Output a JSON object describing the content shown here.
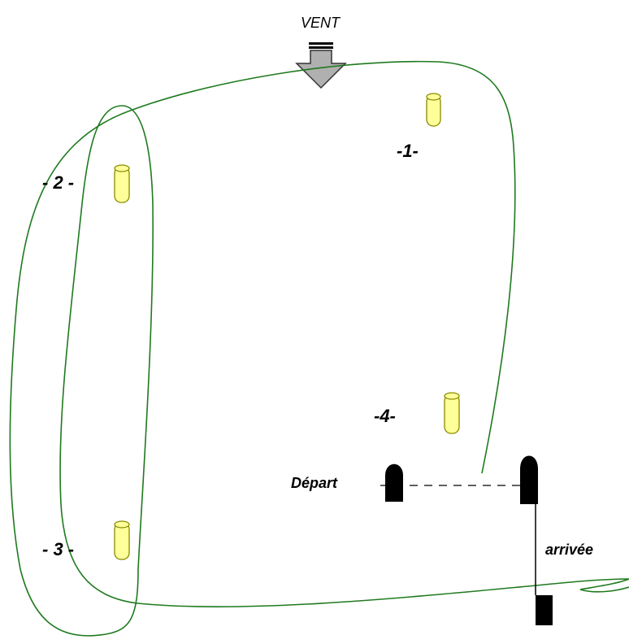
{
  "wind": {
    "label": "VENT"
  },
  "buoys": [
    {
      "id": "1",
      "label": "-1-",
      "color": "#ffff99"
    },
    {
      "id": "2",
      "label": "- 2 -",
      "color": "#ffff99"
    },
    {
      "id": "3",
      "label": "- 3 -",
      "color": "#ffff99"
    },
    {
      "id": "4",
      "label": "-4-",
      "color": "#ffff99"
    }
  ],
  "start_line": {
    "label": "Départ"
  },
  "finish_line": {
    "label": "arrivée"
  },
  "colors": {
    "course": "#1f7a1f",
    "buoy_fill": "#ffff99",
    "buoy_stroke": "#8a8a00",
    "mark_fill": "#000000",
    "arrow_fill": "#b0b0b0"
  }
}
